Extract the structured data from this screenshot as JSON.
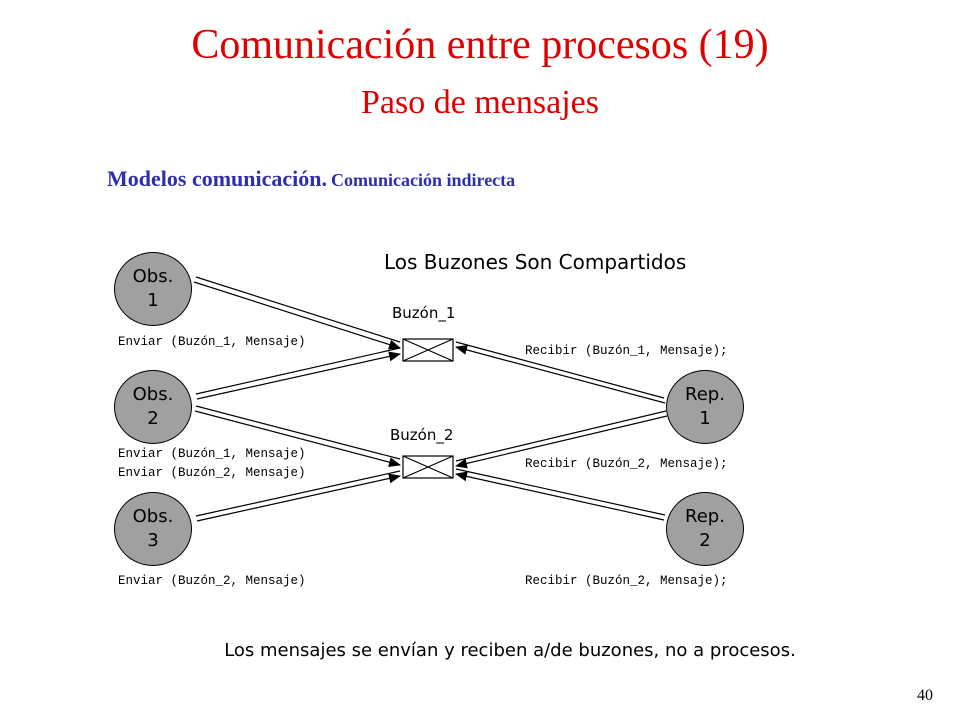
{
  "slide": {
    "title": "Comunicación entre procesos (19)",
    "subtitle": "Paso de mensajes",
    "section_main": "Modelos comunicación.",
    "section_sub": "Comunicación indirecta",
    "diagram_title": "Los Buzones Son Compartidos",
    "footer": "Los mensajes se envían y reciben a/de buzones, no a procesos.",
    "page_number": "40"
  },
  "nodes": {
    "obs1": "Obs.\n1",
    "obs2": "Obs.\n2",
    "obs3": "Obs.\n3",
    "rep1": "Rep.\n1",
    "rep2": "Rep.\n2"
  },
  "mailboxes": {
    "buzon1": "Buzón_1",
    "buzon2": "Buzón_2"
  },
  "operations": {
    "obs1_send": "Enviar (Buzón_1, Mensaje)",
    "obs2_send_1": "Enviar (Buzón_1, Mensaje)",
    "obs2_send_2": "Enviar (Buzón_2, Mensaje)",
    "obs3_send": "Enviar (Buzón_2, Mensaje)",
    "rep1_recv_1": "Recibir (Buzón_1, Mensaje);",
    "rep1_recv_2": "Recibir (Buzón_2, Mensaje);",
    "rep2_recv": "Recibir (Buzón_2, Mensaje);"
  },
  "colors": {
    "title": "#e00000",
    "section": "#2e2eb0",
    "node_fill": "#a0a0a0"
  }
}
